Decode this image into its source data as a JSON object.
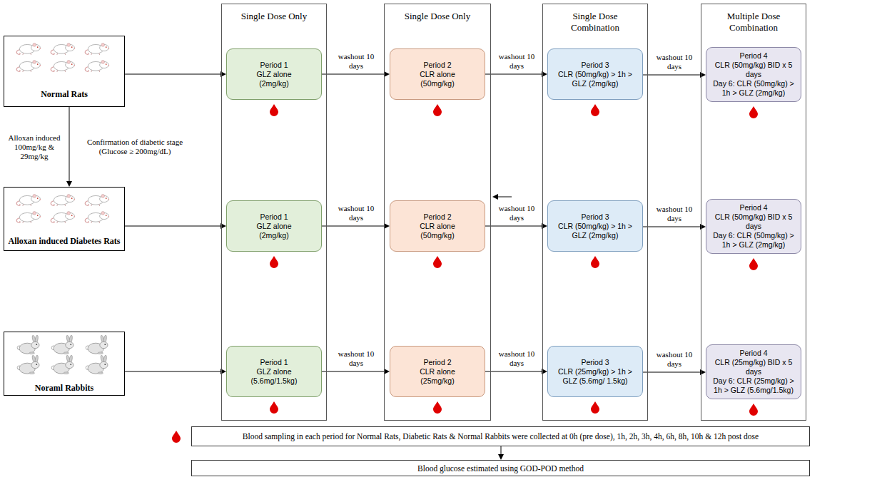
{
  "diagram": {
    "nodes": [
      {
        "text": [
          "Normal Rats"
        ]
      },
      {
        "text": [
          "Alloxan induced Diabetes Rats"
        ]
      },
      {
        "text": [
          "Noraml Rabbits"
        ]
      },
      {
        "text": [
          "Single Dose Only"
        ]
      },
      {
        "text": [
          "Period 1",
          "GLZ alone",
          "(2mg/kg)"
        ],
        "in": 3
      },
      {
        "text": [
          "Period 1",
          "GLZ alone",
          "(2mg/kg)"
        ],
        "in": 3
      },
      {
        "text": [
          "Period 1",
          "GLZ alone",
          "(5.6mg/1.5kg)"
        ],
        "in": 3
      },
      {
        "text": [
          "Single Dose Only"
        ]
      },
      {
        "text": [
          "Period 2",
          "CLR alone",
          "(50mg/kg)"
        ],
        "in": 7
      },
      {
        "text": [
          "Period 2",
          "CLR alone",
          "(50mg/kg)"
        ],
        "in": 7
      },
      {
        "text": [
          "Period 2",
          "CLR alone",
          "(25mg/kg)"
        ],
        "in": 7
      },
      {
        "text": [
          "Single Dose Combination"
        ]
      },
      {
        "text": [
          "Period 3",
          "CLR (50mg/kg) > 1h > GLZ (2mg/kg)"
        ],
        "in": 11
      },
      {
        "text": [
          "Period 3",
          "CLR (50mg/kg) > 1h > GLZ (2mg/kg)"
        ],
        "in": 11
      },
      {
        "text": [
          "Period 3",
          "CLR (25mg/kg) > 1h > GLZ (5.6mg/ 1.5kg)"
        ],
        "in": 11
      },
      {
        "text": [
          "Multiple Dose Combination"
        ]
      },
      {
        "text": [
          "Period 4",
          "CLR (50mg/kg) BID x 5 days",
          "Day 6: CLR (50mg/kg) > 1h > GLZ (2mg/kg)"
        ],
        "in": 15
      },
      {
        "text": [
          "Period 4",
          "CLR (50mg/kg) BID x 5 days",
          "Day 6: CLR (50mg/kg) > 1h > GLZ (2mg/kg)"
        ],
        "in": 15
      },
      {
        "text": [
          "Period 4",
          "CLR (25mg/kg) BID x 5 days",
          "Day 6: CLR (25mg/kg) > 1h > GLZ (5.6mg/1.5kg)"
        ],
        "in": 15
      },
      {
        "text": [
          "Blood sampling in each period for Normal Rats, Diabetic Rats & Normal Rabbits were collected at 0h (pre dose), 1h, 2h, 3h, 4h, 6h, 8h, 10h & 12h post dose"
        ]
      },
      {
        "text": [
          "Blood glucose estimated using GOD-POD method"
        ]
      }
    ],
    "edges": [
      {
        "from": 0,
        "to": 1,
        "arrow": "to",
        "label": "Alloxan induced 100mg/kg & 29mg/kg"
      },
      {
        "from": 0,
        "to": 4,
        "arrow": "to"
      },
      {
        "from": 4,
        "to": 8,
        "arrow": "to",
        "label": "washout 10 days"
      },
      {
        "from": 8,
        "to": 12,
        "arrow": "to",
        "label": "washout 10 days"
      },
      {
        "from": 12,
        "to": 16,
        "arrow": "to",
        "label": "washout 10 days"
      },
      {
        "from": 1,
        "to": 5,
        "arrow": "to"
      },
      {
        "from": 5,
        "to": 9,
        "arrow": "to",
        "label": "washout 10 days"
      },
      {
        "from": 9,
        "to": 13,
        "arrow": "to",
        "label": "washout 10 days"
      },
      {
        "from": 13,
        "to": 17,
        "arrow": "to",
        "label": "washout 10 days"
      },
      {
        "from": 2,
        "to": 6,
        "arrow": "to"
      },
      {
        "from": 6,
        "to": 10,
        "arrow": "to",
        "label": "washout 10 days"
      },
      {
        "from": 10,
        "to": 14,
        "arrow": "to",
        "label": "washout 10 days"
      },
      {
        "from": 14,
        "to": 18,
        "arrow": "to",
        "label": "washout 10 days"
      },
      {
        "from": 19,
        "to": 20,
        "arrow": "to"
      }
    ],
    "labels": [
      "Confirmation of diabetic stage (Glucose ≥ 200mg/dL)"
    ]
  }
}
